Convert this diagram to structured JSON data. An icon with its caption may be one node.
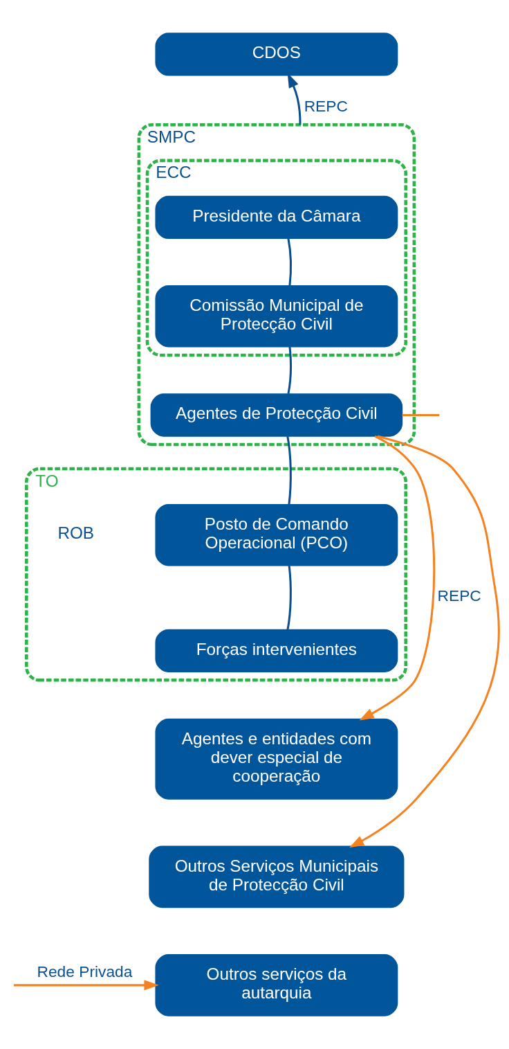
{
  "diagram": {
    "nodes": [
      {
        "text": [
          "CDOS"
        ]
      },
      {
        "text": [
          "SMPC"
        ]
      },
      {
        "text": [
          "ECC"
        ],
        "in": 1
      },
      {
        "text": [
          "Presidente da Câmara"
        ],
        "in": 2
      },
      {
        "text": [
          "Comissão Municipal de Protecção Civil"
        ],
        "in": 2
      },
      {
        "text": [
          "Agentes de Protecção Civil"
        ],
        "in": 1
      },
      {
        "text": [
          "TO"
        ]
      },
      {
        "text": [
          "Posto de Comando Operacional (PCO)"
        ],
        "in": 6
      },
      {
        "text": [
          "Forças intervenientes"
        ],
        "in": 6
      },
      {
        "text": [
          "Agentes e entidades com dever especial de cooperação"
        ]
      },
      {
        "text": [
          "Outros Serviços Municipais de Protecção Civil"
        ]
      },
      {
        "text": [
          "Outros serviços da autarquia"
        ]
      }
    ],
    "edges": [
      {
        "from": 1,
        "to": 0,
        "arrow": "to",
        "label": "REPC"
      },
      {
        "from": 3,
        "to": 4,
        "arrow": "none"
      },
      {
        "from": 4,
        "to": 5,
        "arrow": "none"
      },
      {
        "from": 5,
        "to": 7,
        "arrow": "none"
      },
      {
        "from": 7,
        "to": 8,
        "arrow": "none"
      },
      {
        "from": 5,
        "to": 9,
        "arrow": "to",
        "label": "REPC",
        "color": "#f58220"
      },
      {
        "from": 5,
        "to": 10,
        "arrow": "to",
        "color": "#f58220"
      },
      {
        "from": 5,
        "to": null,
        "arrow": "none",
        "color": "#f58220"
      },
      {
        "from": null,
        "to": 11,
        "arrow": "to",
        "label": "Rede Privada",
        "color": "#f58220"
      }
    ],
    "labels": [
      "ROB"
    ]
  }
}
